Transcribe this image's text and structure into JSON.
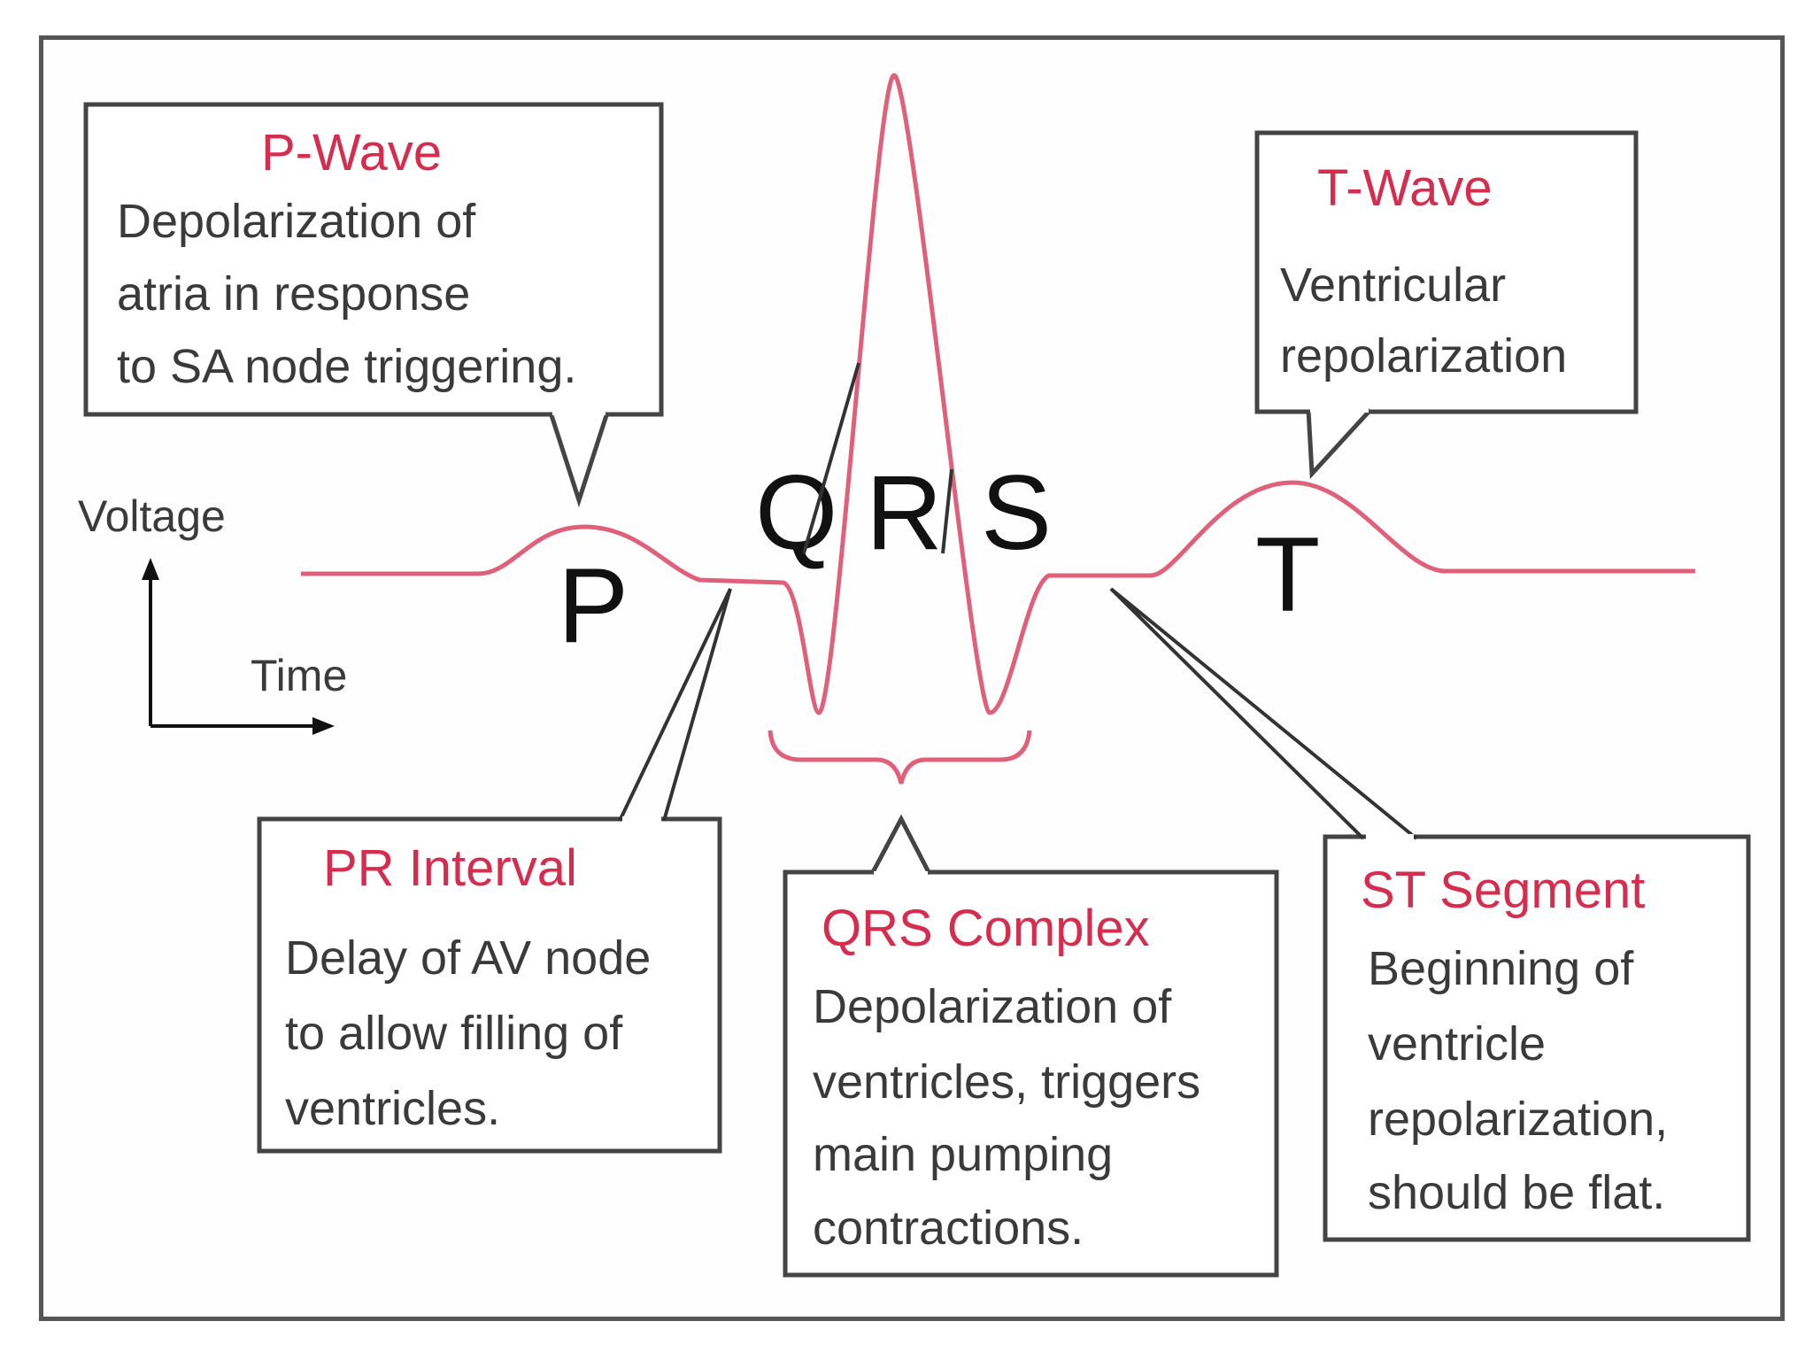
{
  "axes": {
    "y_label": "Voltage",
    "x_label": "Time"
  },
  "wave_letters": {
    "p": "P",
    "q": "Q",
    "r": "R",
    "s": "S",
    "t": "T"
  },
  "callouts": {
    "p_wave": {
      "title": "P-Wave",
      "lines": [
        "Depolarization of",
        "atria in response",
        "to SA node triggering."
      ]
    },
    "t_wave": {
      "title": "T-Wave",
      "lines": [
        "Ventricular",
        "repolarization"
      ]
    },
    "pr_interval": {
      "title": "PR Interval",
      "lines": [
        "Delay of AV node",
        "to allow filling of",
        "ventricles."
      ]
    },
    "qrs_complex": {
      "title": "QRS Complex",
      "lines": [
        "Depolarization of",
        "ventricles, triggers",
        "main pumping",
        "contractions."
      ]
    },
    "st_segment": {
      "title": "ST Segment",
      "lines": [
        "Beginning of",
        "ventricle",
        "repolarization,",
        "should be flat."
      ]
    }
  },
  "colors": {
    "trace": "#e0607a",
    "title_text": "#d62d4e",
    "body_text": "#3a3a3a",
    "box_border": "#444444"
  }
}
